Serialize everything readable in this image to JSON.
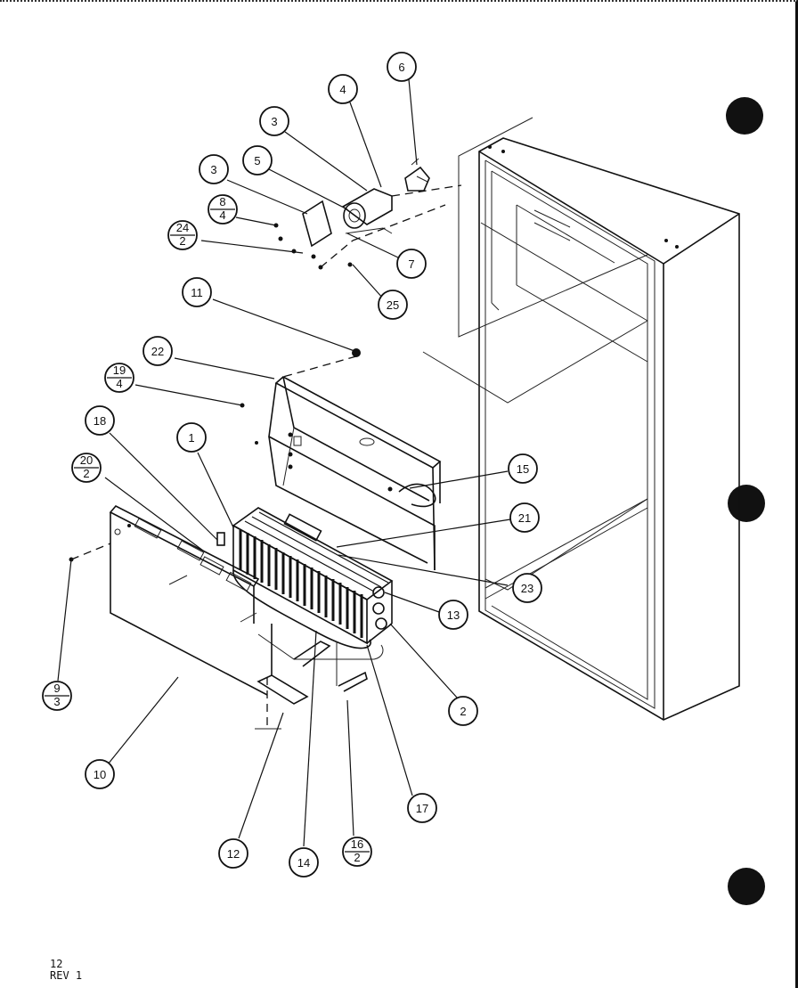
{
  "callouts": [
    {
      "id": "c6",
      "label": "6"
    },
    {
      "id": "c4",
      "label": "4"
    },
    {
      "id": "c3a",
      "label": "3"
    },
    {
      "id": "c5",
      "label": "5"
    },
    {
      "id": "c3b",
      "label": "3"
    },
    {
      "id": "c8",
      "label": "8",
      "sub": "4"
    },
    {
      "id": "c24",
      "label": "24",
      "sub": "2"
    },
    {
      "id": "c7",
      "label": "7"
    },
    {
      "id": "c25",
      "label": "25"
    },
    {
      "id": "c11",
      "label": "11"
    },
    {
      "id": "c22",
      "label": "22"
    },
    {
      "id": "c19",
      "label": "19",
      "sub": "4"
    },
    {
      "id": "c18",
      "label": "18"
    },
    {
      "id": "c1",
      "label": "1"
    },
    {
      "id": "c20",
      "label": "20",
      "sub": "2"
    },
    {
      "id": "c15",
      "label": "15"
    },
    {
      "id": "c21",
      "label": "21"
    },
    {
      "id": "c23",
      "label": "23"
    },
    {
      "id": "c13",
      "label": "13"
    },
    {
      "id": "c2",
      "label": "2"
    },
    {
      "id": "c9",
      "label": "9",
      "sub": "3"
    },
    {
      "id": "c10",
      "label": "10"
    },
    {
      "id": "c17",
      "label": "17"
    },
    {
      "id": "c12",
      "label": "12"
    },
    {
      "id": "c14",
      "label": "14"
    },
    {
      "id": "c16",
      "label": "16",
      "sub": "2"
    }
  ],
  "page_info": {
    "number": "12",
    "revision": "REV 1"
  }
}
